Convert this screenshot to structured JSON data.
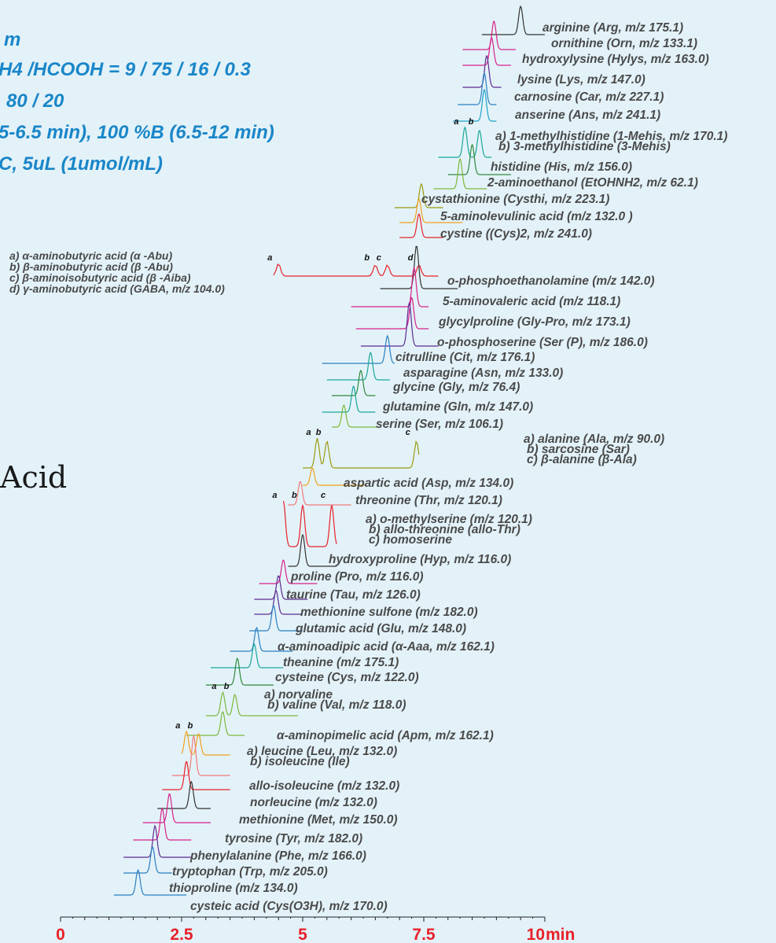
{
  "conditions": {
    "line1": "m",
    "line2": "H4 /HCOOH = 9 / 75 / 16 / 0.3",
    "line3": "80 / 20",
    "line4": "5-6.5 min), 100 %B (6.5-12 min)",
    "line5": "C, 5uL (1umol/mL)"
  },
  "heading": "Acid",
  "annotation_abu": [
    "a) α-aminobutyric acid (α -Abu)",
    "b) β-aminobutyric acid (β -Abu)",
    "c) β-aminoisobutyric acid (β -Aiba)",
    "d) γ-aminobutyric acid (GABA, m/z 104.0)"
  ],
  "colors": {
    "red": "#e8212a",
    "black": "#333333",
    "magenta": "#d6218a",
    "purple": "#5b2b91",
    "blue": "#2a7fc0",
    "teal": "#1aa59a",
    "green": "#2e8a3a",
    "olive": "#9a9a10",
    "orange": "#f0a020",
    "pink": "#f07a7a",
    "cyan": "#1fa2c8",
    "lime": "#7db83a"
  },
  "chart_data": {
    "type": "line",
    "title": "",
    "xlabel": "min",
    "xlim": [
      0,
      10
    ],
    "x_ticks": [
      "0",
      "2.5",
      "5",
      "7.5",
      "10"
    ],
    "traces": [
      {
        "label": "arginine (Arg, m/z 175.1)",
        "rt": 9.5
      },
      {
        "label": "ornithine (Orn, m/z 133.1)",
        "rt": 8.95
      },
      {
        "label": "hydroxylysine (Hylys, m/z 163.0)",
        "rt": 8.9
      },
      {
        "label": "lysine (Lys, m/z 147.0)",
        "rt": 8.8
      },
      {
        "label": "carnosine (Car, m/z 227.1)",
        "rt": 8.75
      },
      {
        "label": "anserine (Ans, m/z 241.1)",
        "rt": 8.75
      },
      {
        "label": "a) 1-methylhistidine (1-Mehis, m/z 170.1)",
        "label2": "b) 3-methylhistidine (3-Mehis)",
        "rt": [
          8.35,
          8.65
        ],
        "marks": [
          "a",
          "b"
        ]
      },
      {
        "label": "histidine (His, m/z 156.0)",
        "rt": 8.5
      },
      {
        "label": "2-aminoethanol (EtOHNH2, m/z 62.1)",
        "rt": 8.25
      },
      {
        "label": "cystathionine (Cysthi,  m/z 223.1)",
        "rt": 7.45
      },
      {
        "label": "5-aminolevulinic acid (m/z 132.0 )",
        "rt": 7.4
      },
      {
        "label": "cystine ((Cys)2, m/z 241.0)",
        "rt": 7.4
      },
      {
        "label": "",
        "rt": [
          4.5,
          6.5,
          6.75,
          7.4
        ],
        "marks": [
          "a",
          "b",
          "c",
          "d"
        ]
      },
      {
        "label": "o-phosphoethanolamine (m/z 142.0)",
        "rt": 7.35
      },
      {
        "label": "5-aminovaleric acid (m/z 118.1)",
        "rt": 7.3
      },
      {
        "label": "glycylproline (Gly-Pro, m/z 173.1)",
        "rt": 7.25
      },
      {
        "label": "o-phosphoserine (Ser (P), m/z 186.0)",
        "rt": 7.2
      },
      {
        "label": "citrulline (Cit, m/z 176.1)",
        "rt": 6.75
      },
      {
        "label": "asparagine (Asn, m/z 133.0)",
        "rt": 6.4
      },
      {
        "label": "glycine (Gly, m/z 76.4)",
        "rt": 6.2
      },
      {
        "label": "glutamine (Gln, m/z 147.0)",
        "rt": 6.05
      },
      {
        "label": "serine (Ser, m/z 106.1)",
        "rt": 5.85
      },
      {
        "label": "a) alanine (Ala, m/z 90.0)",
        "label2": "b) sarcosine (Sar)",
        "label3": "c) β-alanine (β-Ala)",
        "rt": [
          5.3,
          5.5,
          7.35
        ],
        "marks": [
          "a",
          "b",
          "c"
        ]
      },
      {
        "label": "aspartic acid (Asp, m/z 134.0)",
        "rt": 5.2
      },
      {
        "label": "threonine (Thr, m/z 120.1)",
        "rt": 4.95
      },
      {
        "label": "a) o-methylserine (m/z 120.1)",
        "label2": "b) allo-threonine (allo-Thr)",
        "label3": "c) homoserine",
        "rt": [
          4.6,
          5.0,
          5.6
        ],
        "marks": [
          "a",
          "b",
          "c"
        ]
      },
      {
        "label": "hydroxyproline (Hyp, m/z 116.0)",
        "rt": 5.0
      },
      {
        "label": "proline (Pro, m/z 116.0)",
        "rt": 4.6
      },
      {
        "label": "taurine (Tau, m/z 126.0)",
        "rt": 4.5
      },
      {
        "label": "methionine sulfone (m/z 182.0)",
        "rt": 4.45
      },
      {
        "label": "glutamic acid (Glu, m/z 148.0)",
        "rt": 4.4
      },
      {
        "label": "α-aminoadipic acid (α-Aaa, m/z 162.1)",
        "rt": 4.05
      },
      {
        "label": "theanine (m/z 175.1)",
        "rt": 4.0
      },
      {
        "label": "cysteine (Cys, m/z 122.0)",
        "rt": 3.65
      },
      {
        "label": "a) norvaline",
        "label2": "b) valine (Val, m/z 118.0)",
        "rt": [
          3.35,
          3.6
        ],
        "marks": [
          "a",
          "b"
        ]
      },
      {
        "label": "α-aminopimelic acid (Apm, m/z 162.1)",
        "rt": 3.35
      },
      {
        "label": "a) leucine (Leu,  m/z 132.0)",
        "label2": "b) isoleucine (Ile)",
        "rt": [
          2.6,
          2.85
        ],
        "marks": [
          "a",
          "b"
        ]
      },
      {
        "label": "allo-isoleucine (m/z 132.0)",
        "rt": 2.75
      },
      {
        "label": "norleucine (m/z 132.0)",
        "rt": 2.6
      },
      {
        "label": "methionine (Met, m/z 150.0)",
        "rt": 2.7
      },
      {
        "label": "tyrosine (Tyr, m/z 182.0)",
        "rt": 2.25
      },
      {
        "label": "phenylalanine (Phe, m/z 166.0)",
        "rt": 2.1
      },
      {
        "label": "tryptophan (Trp, m/z 205.0)",
        "rt": 1.95
      },
      {
        "label": "thioproline (m/z 134.0)",
        "rt": 1.9
      },
      {
        "label": "cysteic acid (Cys(O3H),  m/z 170.0)",
        "rt": 1.6
      }
    ]
  }
}
